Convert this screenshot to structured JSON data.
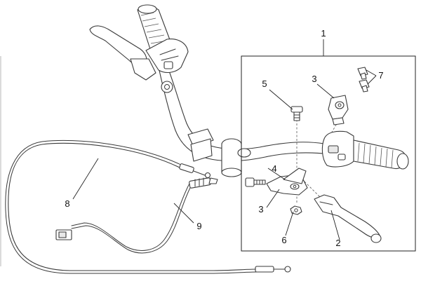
{
  "callouts": {
    "c1": "1",
    "c2": "2",
    "c3a": "3",
    "c3b": "3",
    "c4": "4",
    "c5": "5",
    "c6": "6",
    "c7": "7",
    "c8": "8",
    "c9": "9"
  }
}
